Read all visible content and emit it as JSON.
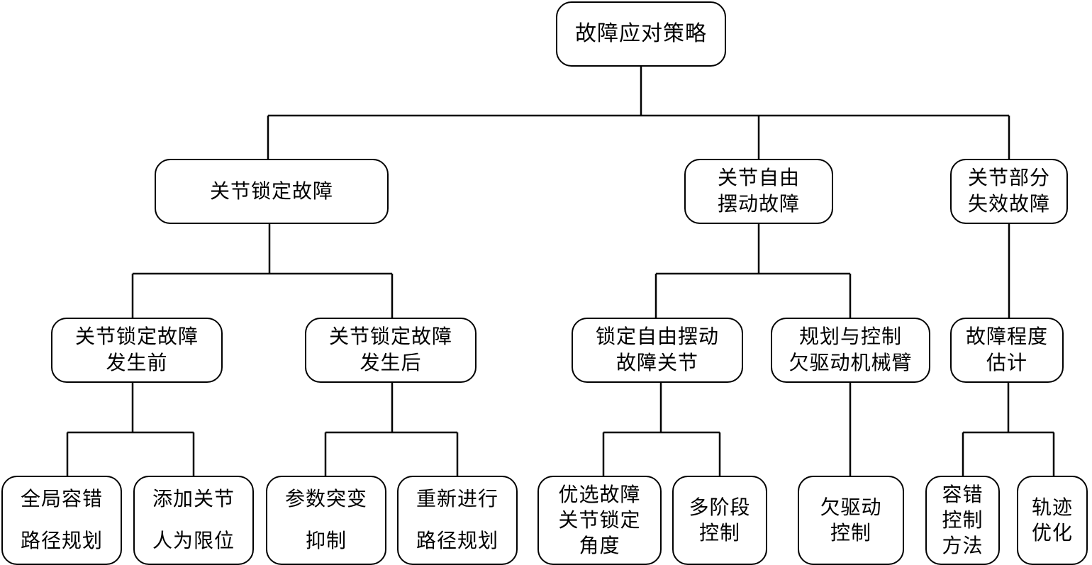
{
  "diagram": {
    "type": "tree",
    "root": {
      "id": "root",
      "label": "故障应对策略",
      "children": [
        {
          "id": "lock",
          "label": "关节锁定故障",
          "children": [
            {
              "id": "lock_before",
              "label": "关节锁定故障\n发生前",
              "children": [
                {
                  "id": "lock_before_1",
                  "label": "全局容错\n路径规划"
                },
                {
                  "id": "lock_before_2",
                  "label": "添加关节\n人为限位"
                }
              ]
            },
            {
              "id": "lock_after",
              "label": "关节锁定故障\n发生后",
              "children": [
                {
                  "id": "lock_after_1",
                  "label": "参数突变\n抑制"
                },
                {
                  "id": "lock_after_2",
                  "label": "重新进行\n路径规划"
                }
              ]
            }
          ]
        },
        {
          "id": "swing",
          "label": "关节自由\n摆动故障",
          "children": [
            {
              "id": "swing_lock",
              "label": "锁定自由摆动\n故障关节",
              "children": [
                {
                  "id": "swing_lock_1",
                  "label": "优选故障\n关节锁定\n角度"
                },
                {
                  "id": "swing_lock_2",
                  "label": "多阶段\n控制"
                }
              ]
            },
            {
              "id": "swing_plan",
              "label": "规划与控制\n欠驱动机械臂",
              "children": [
                {
                  "id": "swing_plan_1",
                  "label": "欠驱动\n控制"
                }
              ]
            }
          ]
        },
        {
          "id": "partial",
          "label": "关节部分\n失效故障",
          "children": [
            {
              "id": "partial_est",
              "label": "故障程度\n估计",
              "children": [
                {
                  "id": "partial_est_1",
                  "label": "容错\n控制\n方法"
                },
                {
                  "id": "partial_est_2",
                  "label": "轨迹\n优化"
                }
              ]
            }
          ]
        }
      ]
    }
  }
}
